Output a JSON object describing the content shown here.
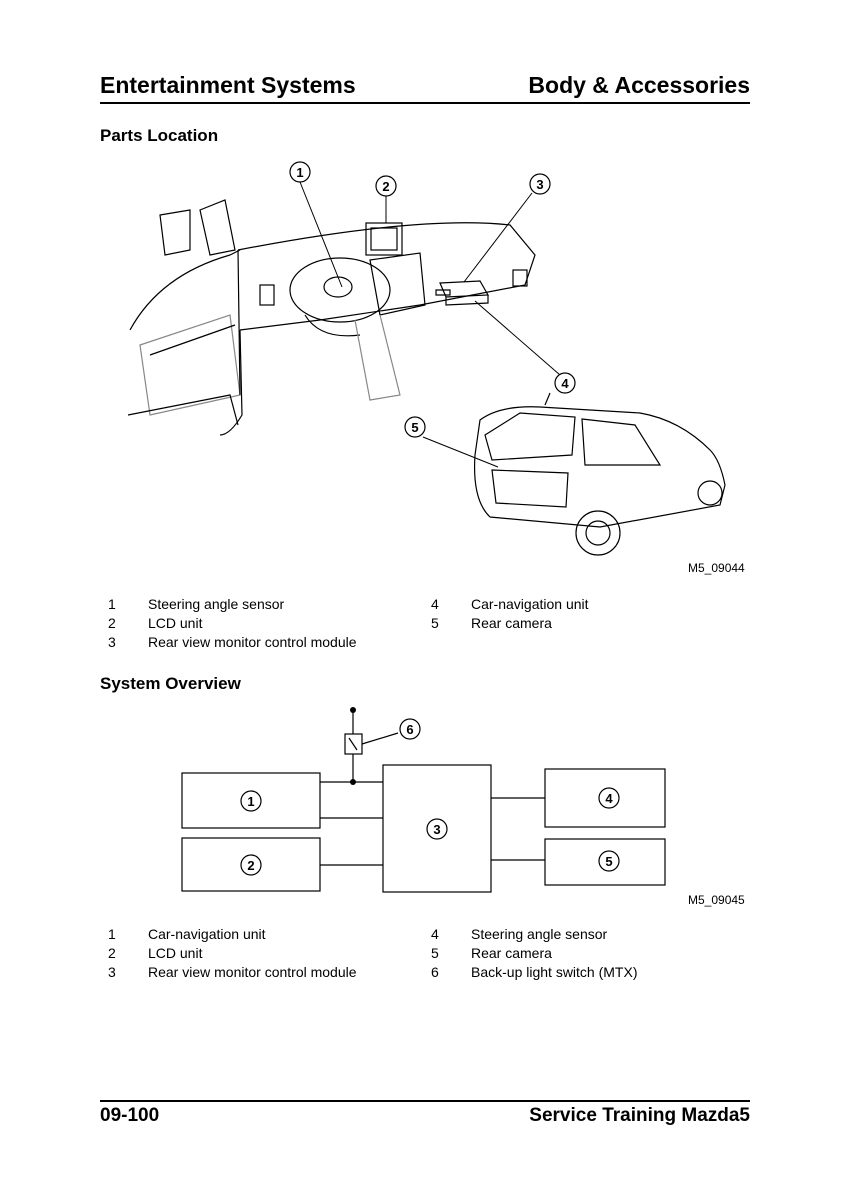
{
  "header": {
    "left": "Entertainment Systems",
    "right": "Body & Accessories"
  },
  "parts_location": {
    "title": "Parts Location",
    "figure_code": "M5_09044",
    "callouts": [
      "1",
      "2",
      "3",
      "4",
      "5"
    ],
    "legend": [
      {
        "num": "1",
        "text": "Steering angle sensor"
      },
      {
        "num": "2",
        "text": "LCD unit"
      },
      {
        "num": "3",
        "text": "Rear view monitor control module"
      },
      {
        "num": "4",
        "text": "Car-navigation unit"
      },
      {
        "num": "5",
        "text": "Rear camera"
      }
    ]
  },
  "system_overview": {
    "title": "System Overview",
    "figure_code": "M5_09045",
    "blocks": [
      "1",
      "2",
      "3",
      "4",
      "5",
      "6"
    ],
    "legend": [
      {
        "num": "1",
        "text": "Car-navigation unit"
      },
      {
        "num": "2",
        "text": "LCD unit"
      },
      {
        "num": "3",
        "text": "Rear view monitor control module"
      },
      {
        "num": "4",
        "text": "Steering angle sensor"
      },
      {
        "num": "5",
        "text": "Rear camera"
      },
      {
        "num": "6",
        "text": "Back-up light switch (MTX)"
      }
    ]
  },
  "footer": {
    "left": "09-100",
    "right": "Service Training Mazda5"
  }
}
